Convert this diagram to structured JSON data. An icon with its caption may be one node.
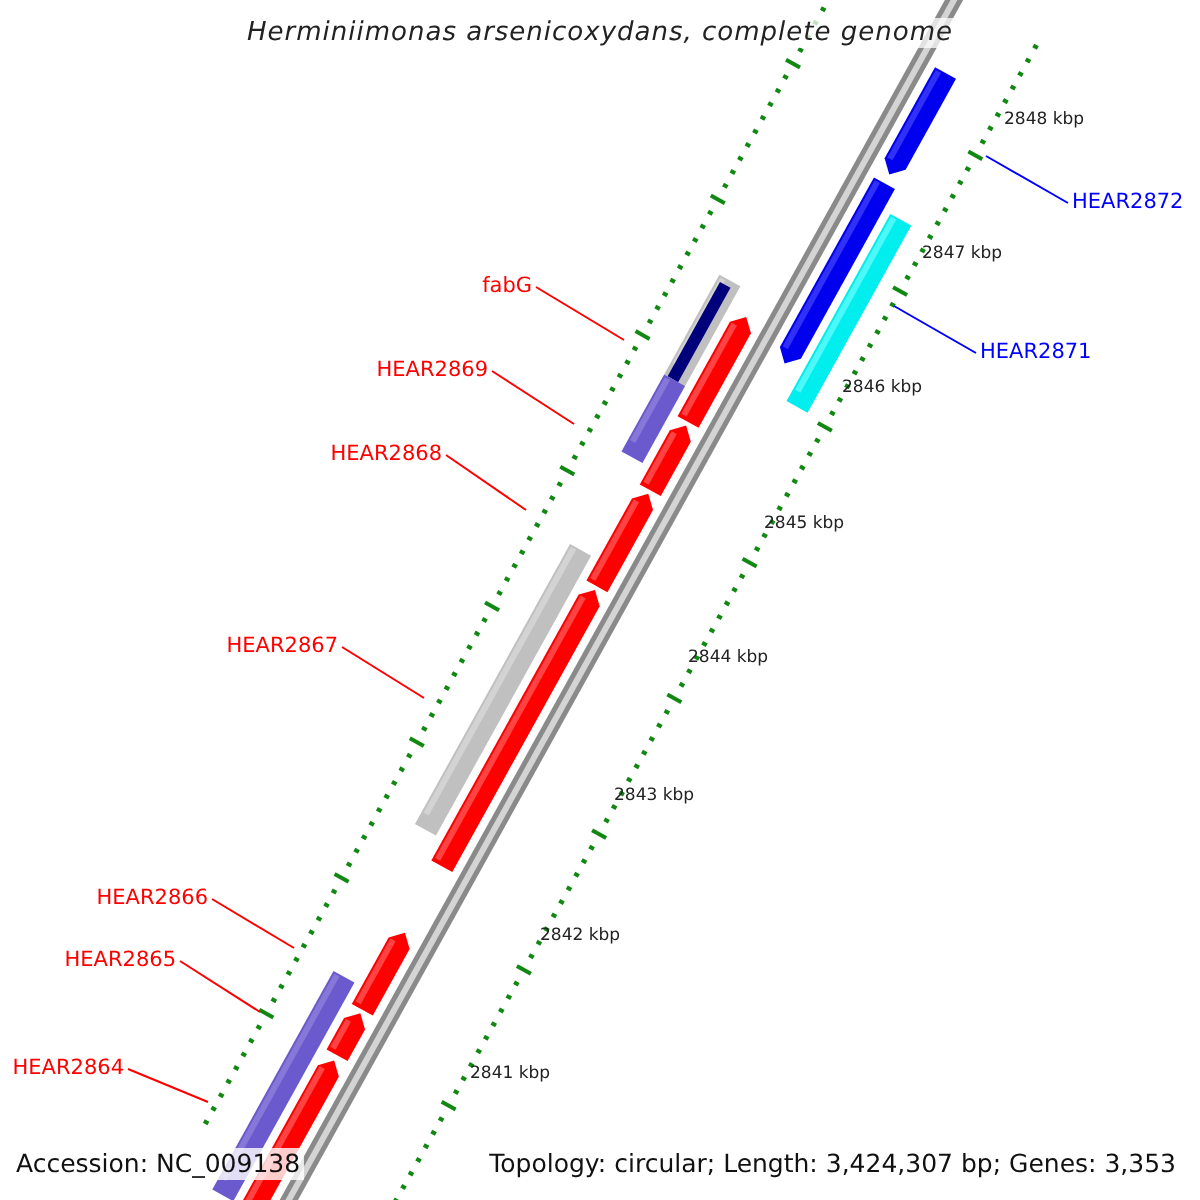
{
  "diagram": {
    "title": "Herminiimonas arsenicoxydans, complete genome",
    "nodes": [
      {
        "text": [
          "HEAR2872"
        ]
      },
      {
        "text": [
          "HEAR2871"
        ]
      },
      {
        "text": [
          "fabG"
        ]
      },
      {
        "text": [
          "HEAR2869"
        ]
      },
      {
        "text": [
          "HEAR2868"
        ]
      },
      {
        "text": [
          "HEAR2867"
        ]
      },
      {
        "text": [
          "HEAR2866"
        ]
      },
      {
        "text": [
          "HEAR2865"
        ]
      },
      {
        "text": [
          "HEAR2864"
        ]
      }
    ],
    "edges": [
      {
        "from": 0,
        "to": null,
        "arrow": "none",
        "color": "#0000ff"
      },
      {
        "from": 1,
        "to": null,
        "arrow": "none",
        "color": "#0000ff"
      },
      {
        "from": 2,
        "to": null,
        "arrow": "none"
      },
      {
        "from": 3,
        "to": null,
        "arrow": "none"
      },
      {
        "from": 4,
        "to": null,
        "arrow": "none"
      },
      {
        "from": 5,
        "to": null,
        "arrow": "none"
      },
      {
        "from": 6,
        "to": null,
        "arrow": "none"
      },
      {
        "from": 7,
        "to": null,
        "arrow": "none"
      },
      {
        "from": 8,
        "to": null,
        "arrow": "none"
      }
    ],
    "labels": [
      "2848 kbp",
      "2847 kbp",
      "2846 kbp",
      "2845 kbp",
      "2844 kbp",
      "2843 kbp",
      "2842 kbp",
      "2841 kbp",
      "Accession: NC_009138",
      "Topology: circular; Length: 3,424,307 bp; Genes: 3,353"
    ]
  }
}
